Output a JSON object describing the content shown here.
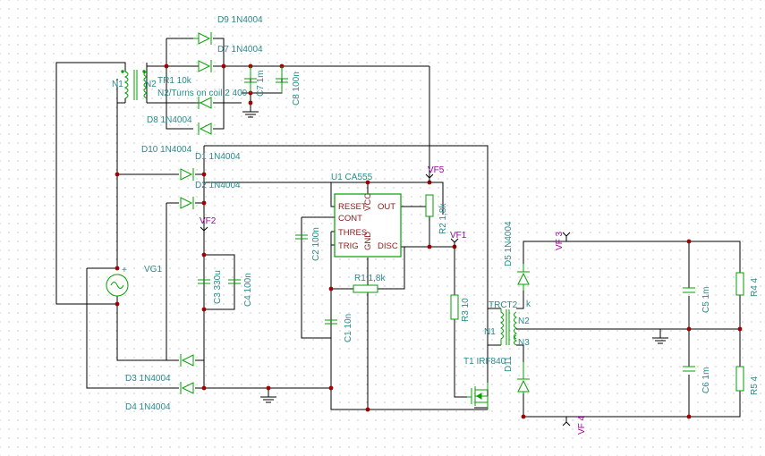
{
  "components": {
    "D9": "D9 1N4004",
    "D7": "D7 1N4004",
    "D8": "D8 1N4004",
    "D10": "D10 1N4004",
    "D1": "D1 1N4004",
    "D2": "D2 1N4004",
    "D3": "D3 1N4004",
    "D4": "D4 1N4004",
    "D5": "D5 1N4004",
    "D11": "D11",
    "TR1": "TR1 10k",
    "TR1_note": "N2/Turns on coil 2 400",
    "TR1_N1": "N1",
    "TR1_N2": "N2",
    "C7": "C7 1m",
    "C8": "C8 100n",
    "C3": "C3 330u",
    "C4": "C4 100n",
    "C2": "C2 100n",
    "C1": "C1 10n",
    "C5": "C5 1m",
    "C6": "C6 1m",
    "R1": "R1 1,8k",
    "R2": "R2 1,8k",
    "R3": "R3 10",
    "R4": "R4 4",
    "R5": "R5 4",
    "U1": "U1 CA555",
    "VG1": "VG1",
    "T1": "T1 IRF840",
    "TRCT2": "TRCT2",
    "TRCT2_k": "k",
    "TRCT2_N1": "N1",
    "TRCT2_N2": "N2",
    "TRCT2_N3": "N3",
    "source_plus": "+"
  },
  "u1_pins": {
    "reset": "RESET",
    "out": "OUT",
    "cont": "CONT",
    "thres": "THRES",
    "trig": "TRIG",
    "disc": "DISC",
    "vcc": "VCC",
    "gnd": "GND"
  },
  "probes": {
    "VF1": "VF1",
    "VF2": "VF2",
    "VF3": "VF 3",
    "VF4": "VF 4",
    "VF5": "VF5"
  },
  "colors": {
    "wire": "#000000",
    "component": "#00a000",
    "label": "#2a8a8a",
    "pin_label": "#8b1a1a",
    "probe_label": "#a000a0",
    "junction": "#a00000"
  }
}
